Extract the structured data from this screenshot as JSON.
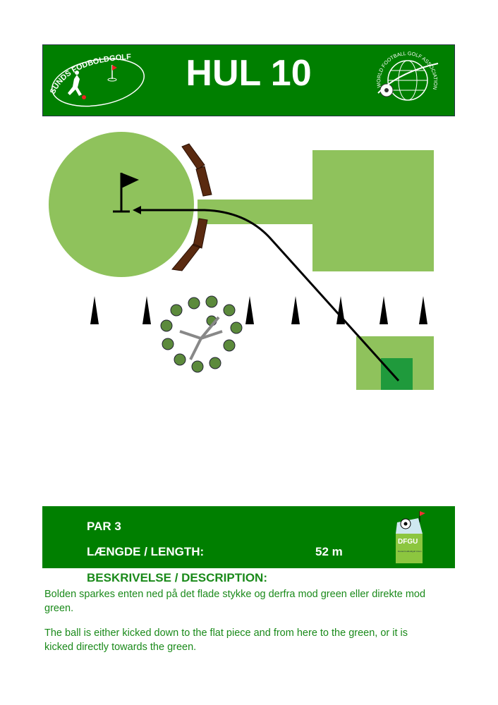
{
  "header": {
    "title": "HUL 10",
    "left_logo_text": "SUNDS FODBOLDGOLF",
    "right_logo_text": "WORLD FOOTBALL GOLF ASSOCIATION"
  },
  "info": {
    "par": "PAR 3",
    "length_label": "LÆNGDE / LENGTH:",
    "length_value": "52 m",
    "logo_text": "DFGU",
    "logo_subtext": "Dansk Fodboldgolf Union"
  },
  "description": {
    "heading": "BESKRIVELSE / DESCRIPTION:",
    "danish": "Bolden sparkes enten ned på det flade stykke og derfra mod green eller direkte mod green.",
    "english": "The ball is either kicked down to the flat piece and from here to the green, or it is kicked directly towards the green."
  },
  "colors": {
    "brand_green": "#007f00",
    "fairway": "#8fc25c",
    "tee": "#1f9a3c",
    "bunker": "#5a2a10"
  }
}
